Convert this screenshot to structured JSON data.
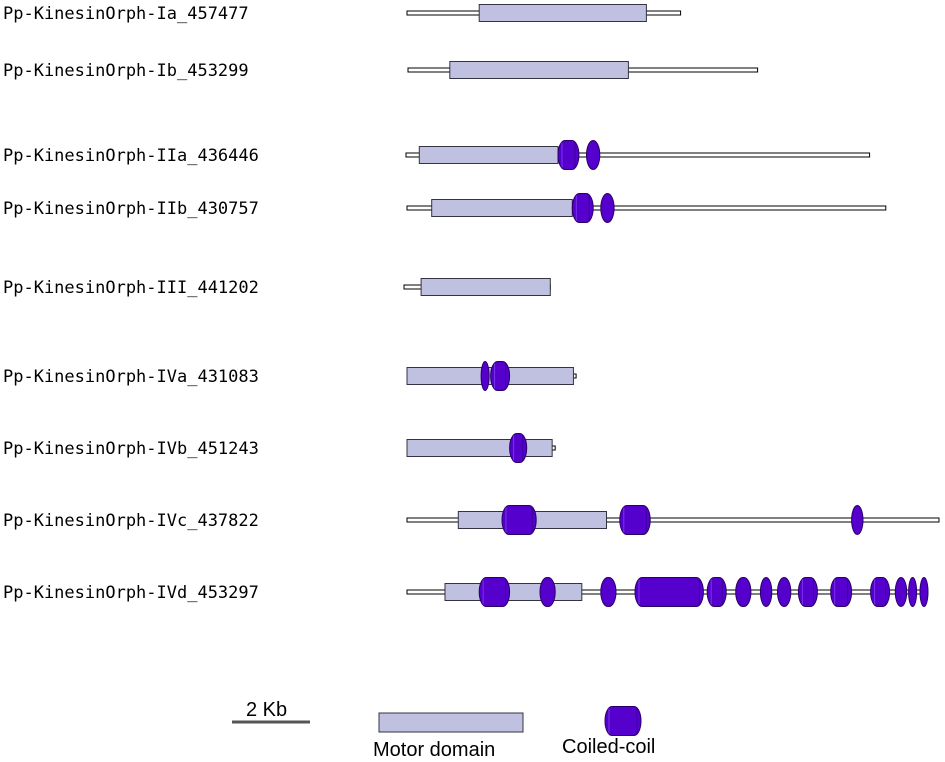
{
  "genes": [
    {
      "label": "Pp-KinesinOrph-Ia_457477",
      "length": 7.2,
      "motor": [
        1.9,
        6.3
      ],
      "coils": []
    },
    {
      "label": "Pp-KinesinOrph-Ib_453299",
      "length": 9.2,
      "motor": [
        1.1,
        5.8
      ],
      "coils": []
    },
    {
      "label": "Pp-KinesinOrph-IIa_436446",
      "length": 12.2,
      "motor": [
        0.35,
        4.0
      ],
      "coils": [
        [
          4.0,
          4.55
        ],
        [
          4.75,
          5.1
        ]
      ]
    },
    {
      "label": "Pp-KinesinOrph-IIb_430757",
      "length": 12.6,
      "motor": [
        0.65,
        4.35
      ],
      "coils": [
        [
          4.35,
          4.9
        ],
        [
          5.1,
          5.45
        ]
      ]
    },
    {
      "label": "Pp-KinesinOrph-III_441202",
      "length": 3.85,
      "motor": [
        0.45,
        3.85
      ],
      "coils": []
    },
    {
      "label": "Pp-KinesinOrph-IVa_431083",
      "length": 4.45,
      "motor": [
        0.0,
        4.38
      ],
      "coils": [
        [
          1.95,
          2.15
        ],
        [
          2.2,
          2.7
        ]
      ]
    },
    {
      "label": "Pp-KinesinOrph-IVb_451243",
      "length": 3.9,
      "motor": [
        0.0,
        3.82
      ],
      "coils": [
        [
          2.7,
          3.15
        ]
      ]
    },
    {
      "label": "Pp-KinesinOrph-IVc_437822",
      "length": 14.0,
      "motor": [
        1.35,
        5.25
      ],
      "coils": [
        [
          2.5,
          3.4
        ],
        [
          5.6,
          6.4
        ],
        [
          11.7,
          12.0
        ]
      ]
    },
    {
      "label": "Pp-KinesinOrph-IVd_453297",
      "length": 13.7,
      "motor": [
        1.0,
        4.6
      ],
      "coils": [
        [
          1.9,
          2.7
        ],
        [
          3.5,
          3.9
        ],
        [
          5.1,
          5.5
        ],
        [
          6.0,
          7.8
        ],
        [
          7.9,
          8.4
        ],
        [
          8.65,
          9.05
        ],
        [
          9.3,
          9.6
        ],
        [
          9.75,
          10.1
        ],
        [
          10.3,
          10.8
        ],
        [
          11.15,
          11.7
        ],
        [
          12.2,
          12.7
        ],
        [
          12.85,
          13.15
        ],
        [
          13.2,
          13.35
        ],
        [
          13.5,
          13.65
        ]
      ]
    }
  ],
  "legend": {
    "scale_label": "2 Kb",
    "scale_kb": 2,
    "motor_label": "Motor domain",
    "coil_label": "Coiled-coil"
  },
  "colors": {
    "motor_fill": "#c0c0e0",
    "coil_fill": "#5500cc",
    "line": "#000000"
  }
}
